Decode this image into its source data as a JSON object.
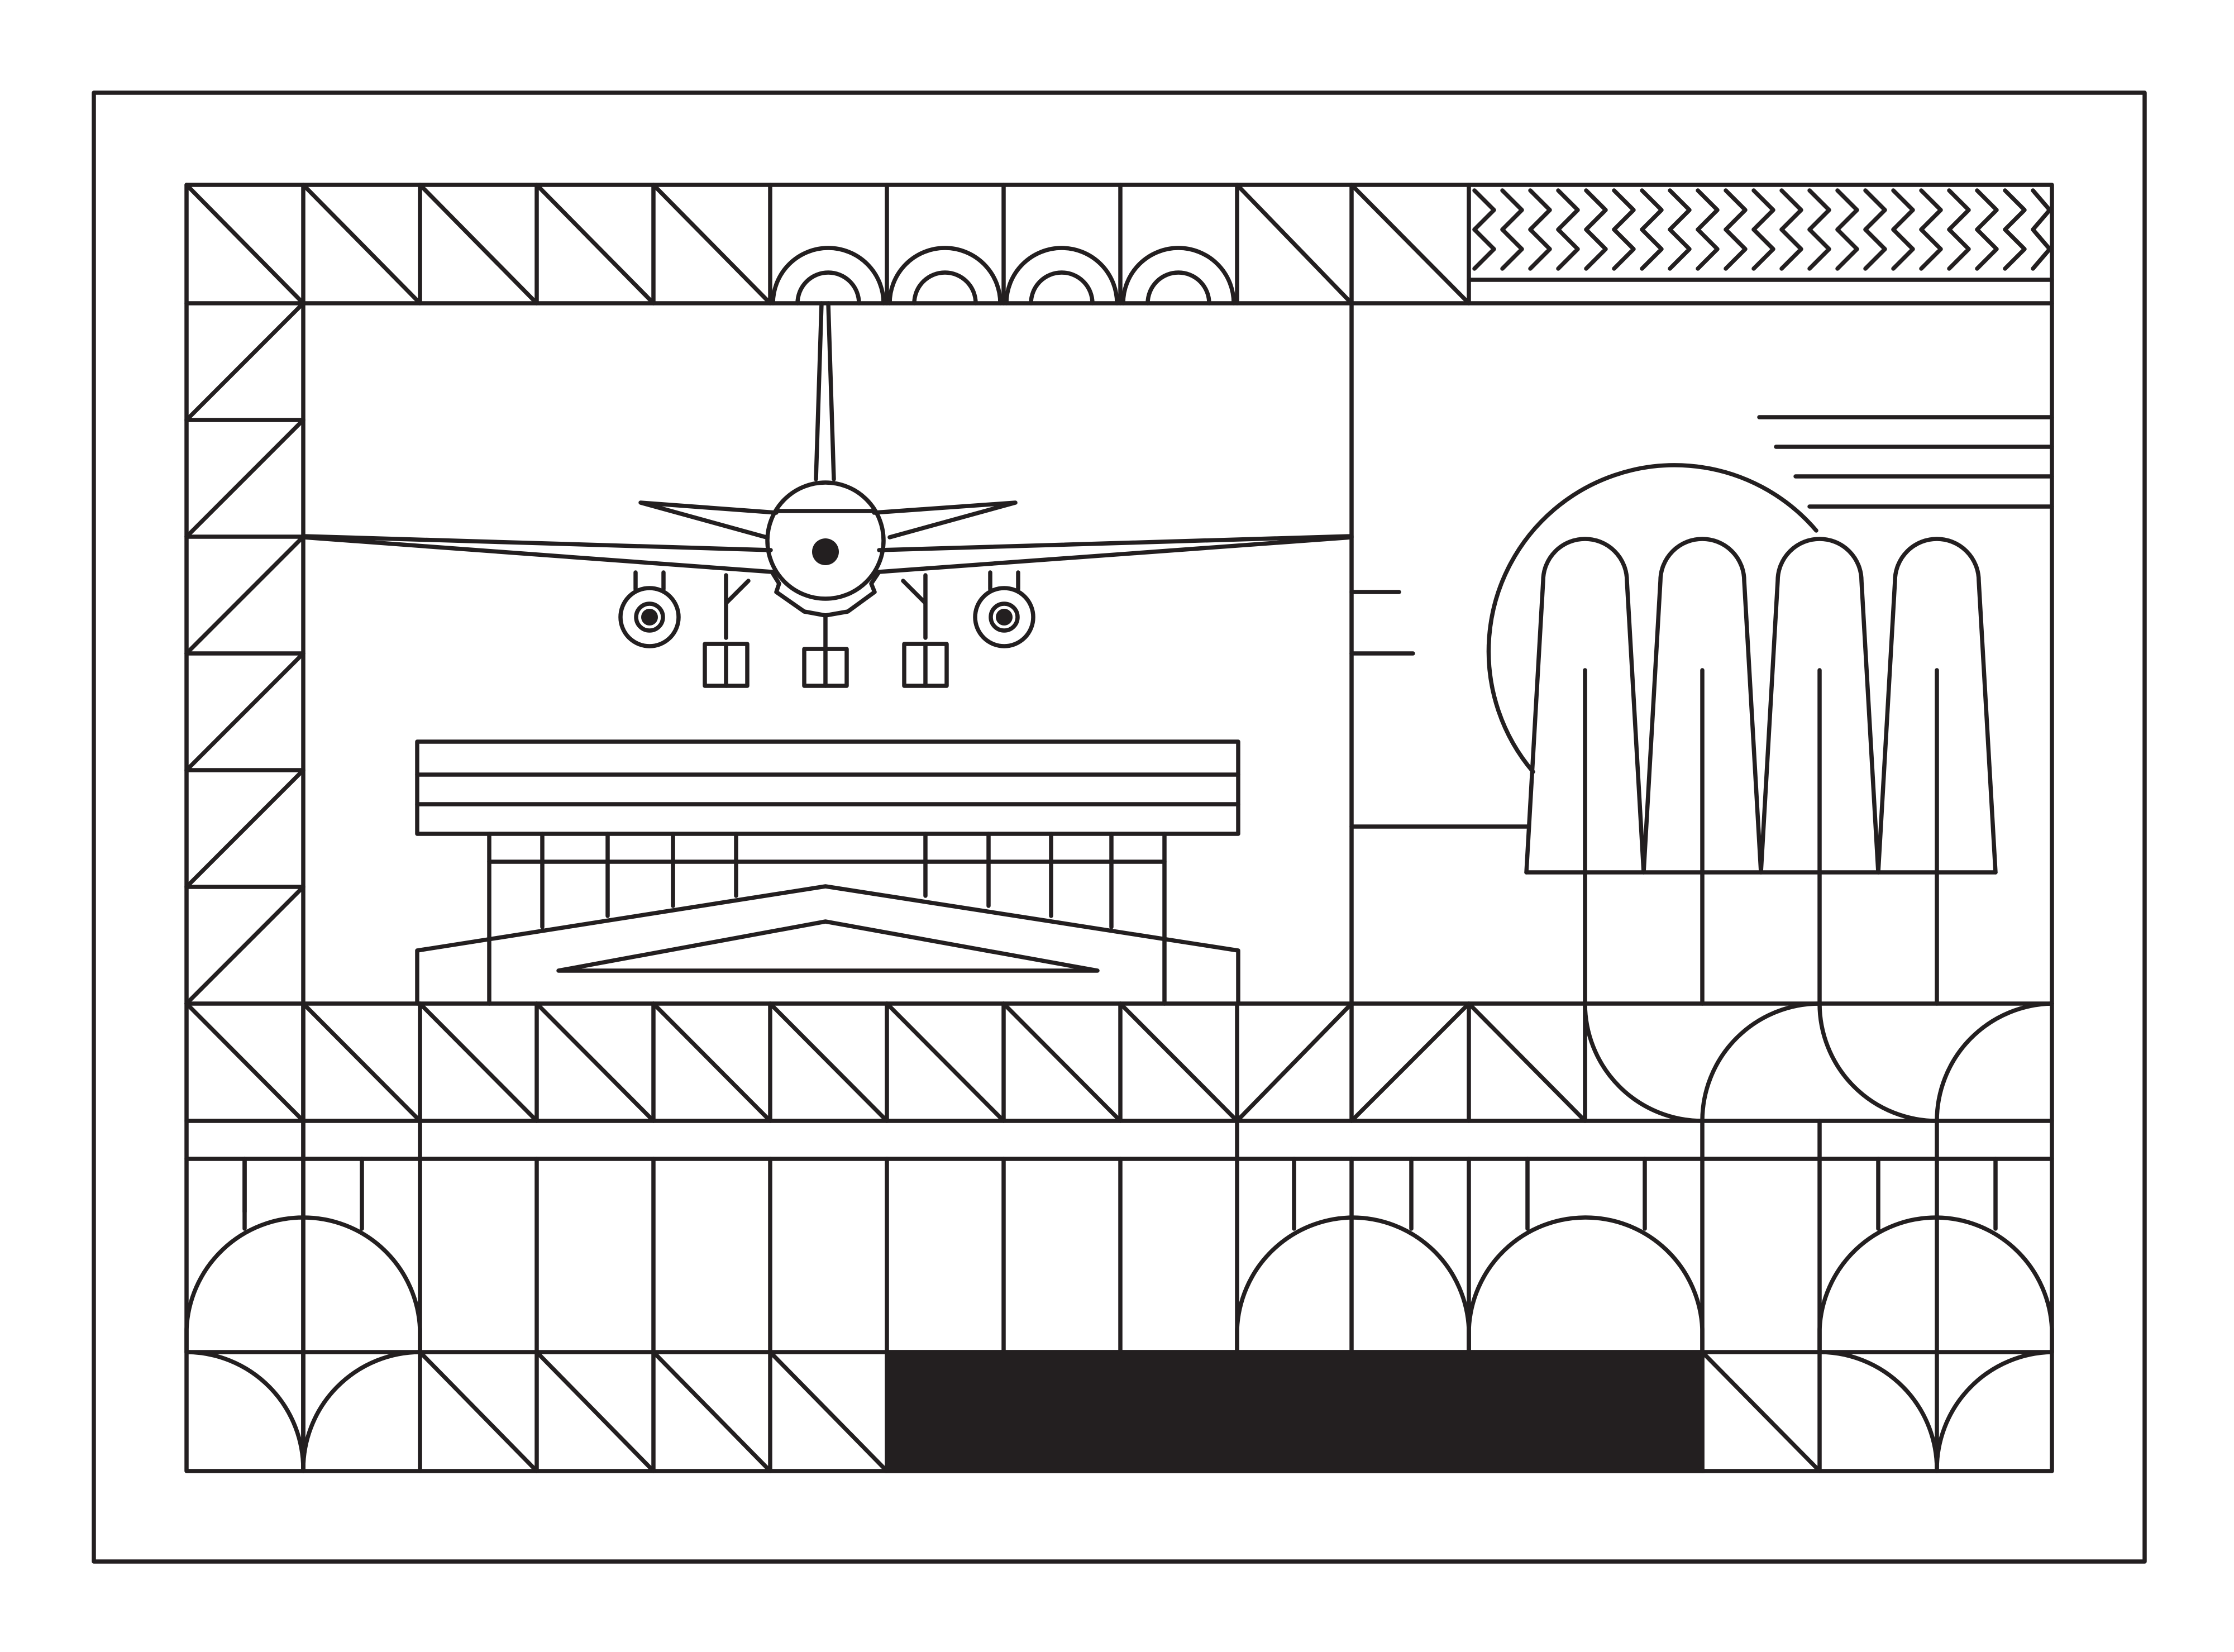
{
  "artwork": {
    "title": "",
    "style": "line-art coloring page",
    "colors": {
      "line": "#231f20",
      "fill_dark": "#231f20",
      "background": "#ffffff"
    },
    "motifs": [
      "outer-frame",
      "triangle-tile-border",
      "semicircle-arch-tiles",
      "chevron-pattern",
      "airplane-front-view",
      "airport-terminal",
      "sun",
      "horizon-stripes",
      "cypress-trees",
      "leaf-tiles",
      "arch-dome-tiles",
      "dark-band"
    ]
  }
}
